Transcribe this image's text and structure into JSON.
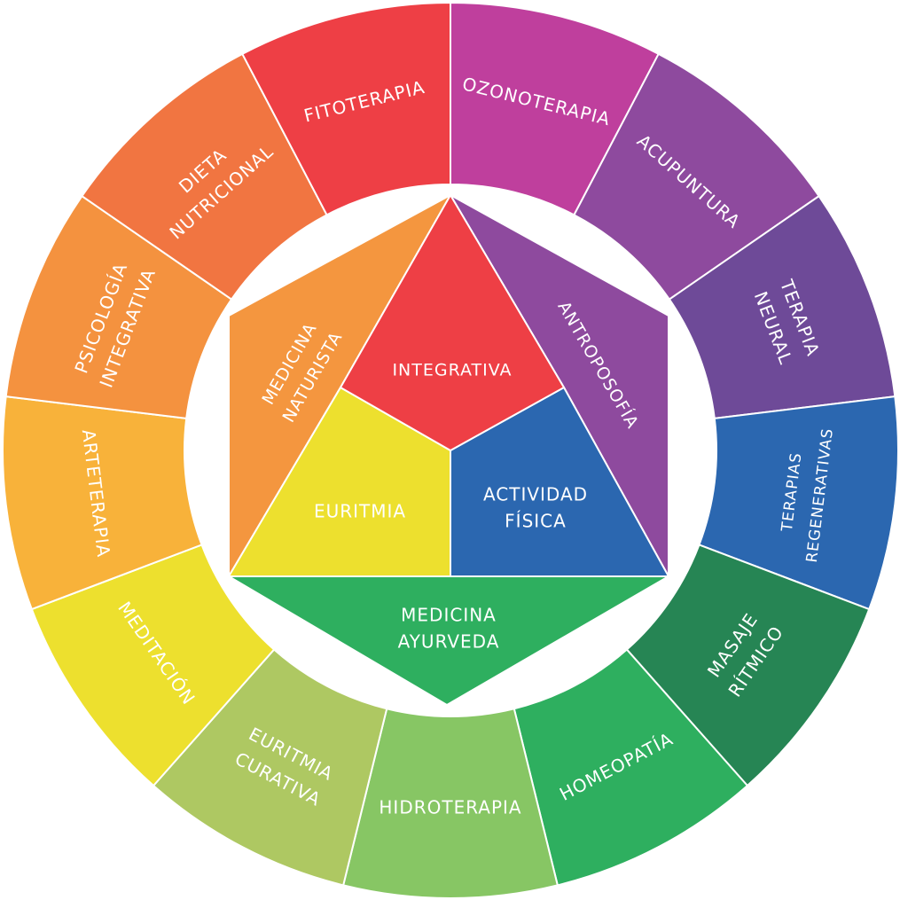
{
  "ring": [
    {
      "lines": [
        "OZONOTERAPIA"
      ],
      "color": "#BF3F9D"
    },
    {
      "lines": [
        "ACUPUNTURA"
      ],
      "color": "#8E4A9E"
    },
    {
      "lines": [
        "TERAPIA",
        "NEURAL"
      ],
      "color": "#6E4A98"
    },
    {
      "lines": [
        "TERAPIAS",
        "REGENERATIVAS"
      ],
      "color": "#2B67B0"
    },
    {
      "lines": [
        "MASAJE",
        "RÍTMICO"
      ],
      "color": "#268554"
    },
    {
      "lines": [
        "HOMEOPATÍA"
      ],
      "color": "#2EAF5F"
    },
    {
      "lines": [
        "HIDROTERAPIA"
      ],
      "color": "#87C664"
    },
    {
      "lines": [
        "EURITMIA",
        "CURATIVA"
      ],
      "color": "#AEC862"
    },
    {
      "lines": [
        "MEDITACIÓN"
      ],
      "color": "#EDE02E"
    },
    {
      "lines": [
        "ARTETERAPIA"
      ],
      "color": "#F8B23A"
    },
    {
      "lines": [
        "PSICOLOGÍA",
        "INTEGRATIVA"
      ],
      "color": "#F4923F"
    },
    {
      "lines": [
        "DIETA",
        "NUTRICIONAL"
      ],
      "color": "#F17541"
    },
    {
      "lines": [
        "FITOTERAPIA"
      ],
      "color": "#EE3F45"
    }
  ],
  "inner": {
    "integrativa": {
      "lines": [
        "INTEGRATIVA"
      ],
      "color": "#EE3F45"
    },
    "antroposofia": {
      "lines": [
        "ANTROPOSOFÍA"
      ],
      "color": "#8E4A9E"
    },
    "actividad": {
      "lines": [
        "ACTIVIDAD",
        "FÍSICA"
      ],
      "color": "#2B67B0"
    },
    "euritmia": {
      "lines": [
        "EURITMIA"
      ],
      "color": "#EDE02E"
    },
    "naturista": {
      "lines": [
        "MEDICINA",
        "NATURISTA"
      ],
      "color": "#F4963F"
    },
    "ayurveda": {
      "lines": [
        "MEDICINA",
        "AYURVEDA"
      ],
      "color": "#2EAF5F"
    }
  }
}
